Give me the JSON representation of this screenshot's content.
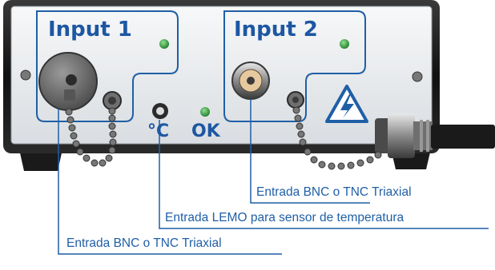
{
  "panel": {
    "input1_label": "Input 1",
    "input2_label": "Input 2",
    "temp_label": "°C",
    "ok_label": "OK"
  },
  "callouts": {
    "input2_connector": "Entrada BNC o TNC Triaxial",
    "temp_sensor": "Entrada LEMO para sensor de temperatura",
    "input1_connector": "Entrada BNC o TNC Triaxial"
  },
  "colors": {
    "accent_blue": "#1f5fa6",
    "led_green": "#3bb54a",
    "case_black": "#1b1b1b",
    "panel_gray": "#e9ecef"
  },
  "icons": {
    "warning": "high-voltage-warning-icon"
  }
}
